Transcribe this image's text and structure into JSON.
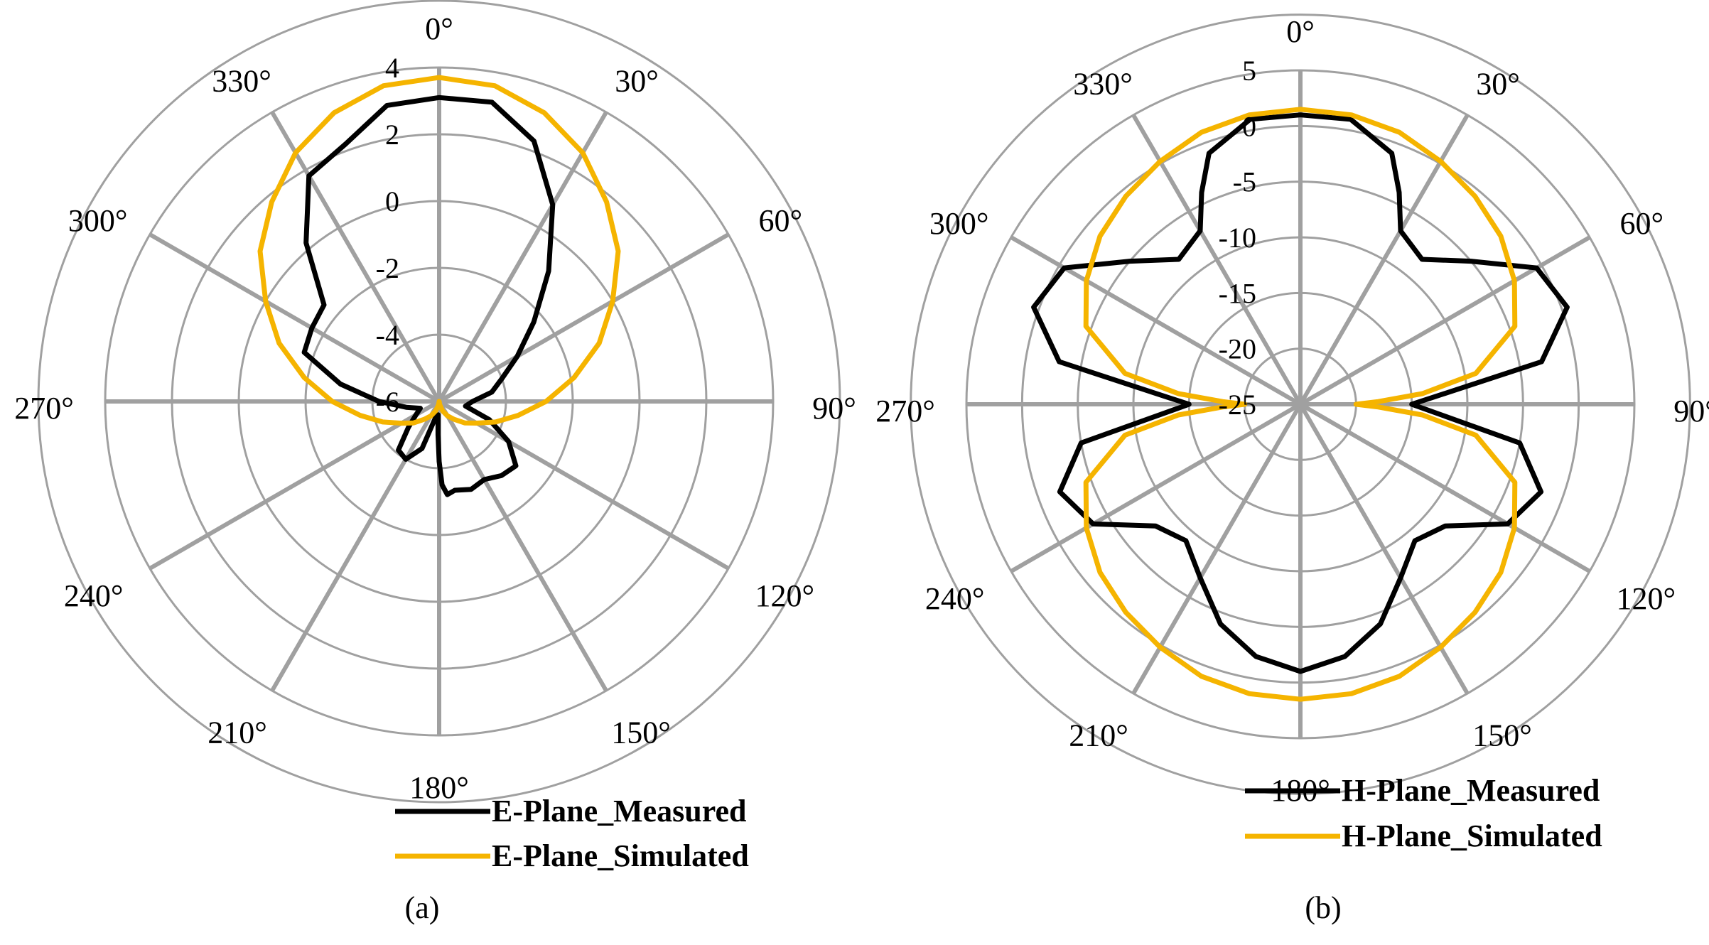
{
  "chart_data": [
    {
      "type": "polar-line",
      "caption": "(a)",
      "angle_labels": [
        "0°",
        "30°",
        "60°",
        "90°",
        "120°",
        "150°",
        "180°",
        "210°",
        "240°",
        "270°",
        "300°",
        "330°"
      ],
      "r_ticks": [
        "4",
        "2",
        "0",
        "-2",
        "-4",
        "-6"
      ],
      "rlim": [
        -6,
        4
      ],
      "grid": true,
      "legend_position": "bottom-right",
      "series": [
        {
          "name": "E-Plane_Measured",
          "color": "#000000",
          "theta": [
            0,
            10,
            20,
            30,
            40,
            50,
            60,
            70,
            80,
            90,
            100,
            110,
            120,
            130,
            140,
            150,
            160,
            170,
            175,
            178,
            180,
            182,
            185,
            190,
            200,
            210,
            220,
            230,
            240,
            250,
            260,
            270,
            280,
            290,
            300,
            310,
            320,
            330,
            340,
            350,
            360
          ],
          "r": [
            3.1,
            3.1,
            2.3,
            0.8,
            -0.9,
            -2.3,
            -3.3,
            -4.0,
            -4.4,
            -5.0,
            -5.2,
            -4.4,
            -3.6,
            -3.0,
            -3.1,
            -3.3,
            -3.2,
            -3.3,
            -3.2,
            -3.5,
            -4.2,
            -5.0,
            -5.6,
            -5.6,
            -4.5,
            -4.0,
            -4.1,
            -4.8,
            -5.2,
            -5.4,
            -5.0,
            -4.2,
            -3.0,
            -1.7,
            -1.6,
            -1.5,
            0.2,
            1.8,
            2.2,
            3.0,
            3.1
          ]
        },
        {
          "name": "E-Plane_Simulated",
          "color": "#f5b400",
          "theta": [
            0,
            10,
            20,
            30,
            40,
            50,
            60,
            70,
            80,
            90,
            100,
            110,
            120,
            130,
            140,
            150,
            160,
            170,
            180,
            190,
            200,
            210,
            220,
            230,
            240,
            250,
            260,
            270,
            280,
            290,
            300,
            310,
            320,
            330,
            340,
            350,
            360
          ],
          "r": [
            3.7,
            3.6,
            3.2,
            2.6,
            1.8,
            1.0,
            0.0,
            -0.9,
            -1.9,
            -2.8,
            -3.6,
            -4.2,
            -4.7,
            -5.0,
            -5.3,
            -5.5,
            -5.7,
            -5.9,
            -6.0,
            -5.9,
            -5.7,
            -5.5,
            -5.3,
            -5.0,
            -4.7,
            -4.2,
            -3.6,
            -2.8,
            -1.9,
            -0.9,
            0.0,
            1.0,
            1.8,
            2.6,
            3.2,
            3.6,
            3.7
          ]
        }
      ]
    },
    {
      "type": "polar-line",
      "caption": "(b)",
      "angle_labels": [
        "0°",
        "30°",
        "60°",
        "90°",
        "120°",
        "150°",
        "180°",
        "210°",
        "240°",
        "270°",
        "300°",
        "330°"
      ],
      "r_ticks": [
        "5",
        "0",
        "-5",
        "-10",
        "-15",
        "-20",
        "-25"
      ],
      "rlim": [
        -25,
        5
      ],
      "grid": true,
      "legend_position": "bottom-right",
      "series": [
        {
          "name": "H-Plane_Measured",
          "color": "#000000",
          "theta": [
            0,
            10,
            20,
            25,
            30,
            40,
            50,
            60,
            70,
            80,
            90,
            100,
            110,
            120,
            130,
            140,
            150,
            160,
            170,
            180,
            190,
            200,
            210,
            220,
            230,
            240,
            250,
            260,
            270,
            280,
            290,
            300,
            310,
            320,
            330,
            335,
            340,
            350,
            360
          ],
          "r": [
            1,
            1,
            -1,
            -4,
            -7,
            -8,
            -5,
            -0.5,
            0.5,
            -3,
            -15,
            -5,
            -2,
            -3.5,
            -8,
            -9,
            -7,
            -4,
            -2,
            -1,
            -2,
            -4,
            -7,
            -9,
            -8,
            -3.5,
            -2,
            -5,
            -15,
            -3,
            0.5,
            -0.5,
            -5,
            -8,
            -7,
            -4,
            -1,
            1,
            1
          ]
        },
        {
          "name": "H-Plane_Simulated",
          "color": "#f5b400",
          "theta": [
            0,
            10,
            20,
            30,
            40,
            50,
            60,
            70,
            80,
            85,
            88,
            90,
            92,
            95,
            100,
            110,
            120,
            130,
            140,
            150,
            160,
            170,
            180,
            190,
            200,
            210,
            220,
            230,
            240,
            250,
            260,
            265,
            268,
            270,
            272,
            275,
            280,
            290,
            300,
            310,
            320,
            330,
            340,
            350,
            360
          ],
          "r": [
            1.5,
            1.4,
            1,
            0.2,
            -0.6,
            -1.5,
            -2.8,
            -4.5,
            -9,
            -14,
            -18,
            -20,
            -18,
            -14,
            -9,
            -4.5,
            -2.8,
            -1.5,
            -0.6,
            0.2,
            1,
            1.4,
            1.5,
            1.4,
            1,
            0.2,
            -0.6,
            -1.5,
            -2.8,
            -4.5,
            -9,
            -14,
            -18,
            -20,
            -18,
            -14,
            -9,
            -4.5,
            -2.8,
            -1.5,
            -0.6,
            0.2,
            1,
            1.4,
            1.5
          ]
        }
      ]
    }
  ]
}
